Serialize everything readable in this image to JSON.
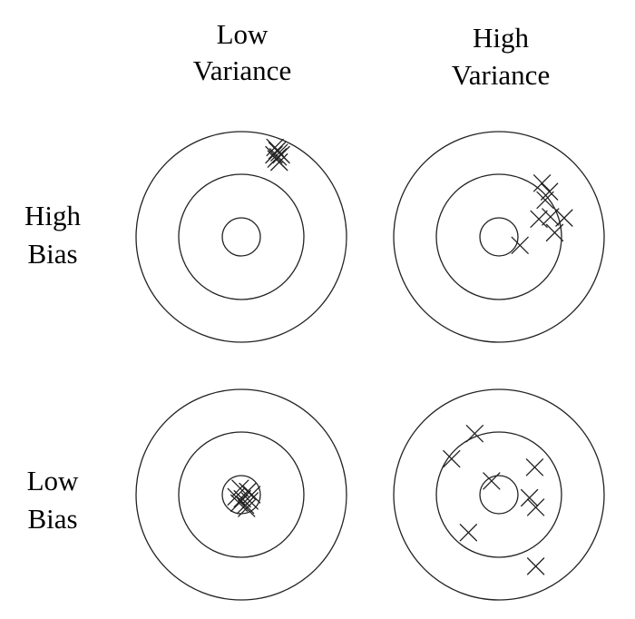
{
  "headers": {
    "low_variance": [
      "Low",
      "Variance"
    ],
    "high_variance": [
      "High",
      "Variance"
    ],
    "high_bias": [
      "High",
      "Bias"
    ],
    "low_bias": [
      "Low",
      "Bias"
    ]
  },
  "colors": {
    "ink": "#222222",
    "background": "#ffffff"
  },
  "mark_symbol": "×",
  "targets": [
    {
      "id": "high-bias-low-variance",
      "bias": "High",
      "variance": "Low",
      "marks": [
        [
          0.32,
          -0.85
        ],
        [
          0.34,
          -0.82
        ],
        [
          0.36,
          -0.8
        ],
        [
          0.31,
          -0.78
        ],
        [
          0.35,
          -0.76
        ],
        [
          0.38,
          -0.78
        ],
        [
          0.33,
          -0.74
        ],
        [
          0.36,
          -0.71
        ]
      ]
    },
    {
      "id": "high-bias-high-variance",
      "bias": "High",
      "variance": "High",
      "marks": [
        [
          0.41,
          -0.51
        ],
        [
          0.48,
          -0.43
        ],
        [
          0.44,
          -0.35
        ],
        [
          0.38,
          -0.17
        ],
        [
          0.49,
          -0.19
        ],
        [
          0.62,
          -0.18
        ],
        [
          0.53,
          -0.04
        ],
        [
          0.2,
          0.08
        ]
      ]
    },
    {
      "id": "low-bias-low-variance",
      "bias": "Low",
      "variance": "Low",
      "marks": [
        [
          -0.01,
          -0.06
        ],
        [
          0.06,
          -0.03
        ],
        [
          0.01,
          0.04
        ],
        [
          0.08,
          0.06
        ],
        [
          -0.05,
          0.02
        ],
        [
          0.04,
          0.1
        ],
        [
          0.1,
          0.0
        ],
        [
          -0.02,
          0.08
        ],
        [
          0.05,
          0.13
        ]
      ]
    },
    {
      "id": "low-bias-high-variance",
      "bias": "Low",
      "variance": "High",
      "marks": [
        [
          -0.23,
          -0.58
        ],
        [
          -0.45,
          -0.34
        ],
        [
          -0.07,
          -0.13
        ],
        [
          0.34,
          -0.26
        ],
        [
          0.29,
          0.03
        ],
        [
          0.35,
          0.12
        ],
        [
          -0.29,
          0.36
        ],
        [
          0.35,
          0.68
        ]
      ]
    }
  ]
}
